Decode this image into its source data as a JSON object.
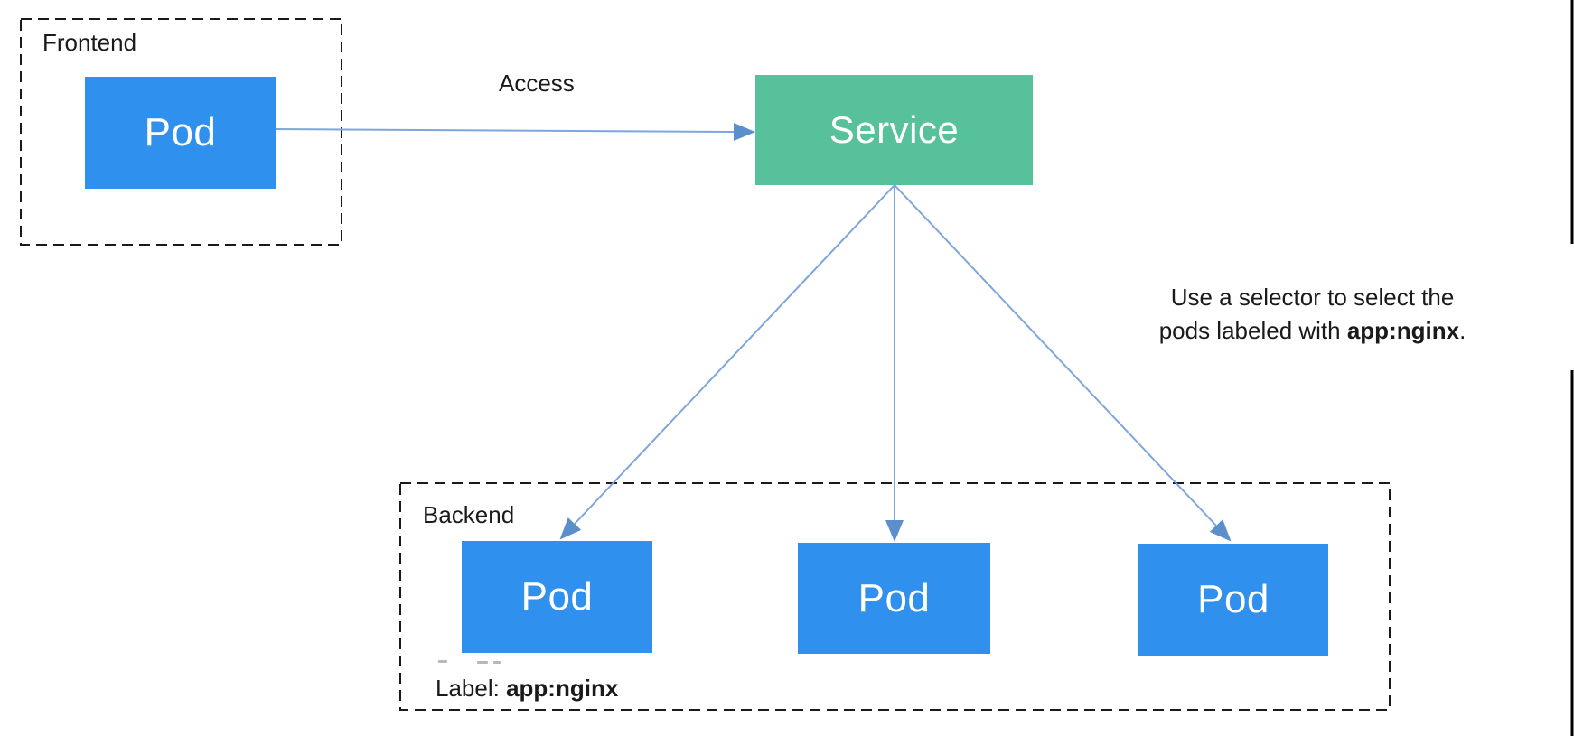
{
  "colors": {
    "pod_fill": "#2F90EE",
    "service_fill": "#57C19B",
    "arrow_line": "#7CA6DC",
    "arrow_head": "#5B8FCB",
    "dash_border": "#1A1A1A",
    "text": "#1A1A1A"
  },
  "frontend": {
    "label": "Frontend",
    "pod_label": "Pod"
  },
  "access": {
    "label": "Access"
  },
  "service": {
    "label": "Service"
  },
  "note": {
    "line1": "Use a selector to select the",
    "line2_prefix": "pods labeled with ",
    "line2_bold": "app:nginx",
    "line2_suffix": "."
  },
  "backend": {
    "label": "Backend",
    "pods": [
      "Pod",
      "Pod",
      "Pod"
    ],
    "label_prefix": "Label: ",
    "label_bold": "app:nginx"
  }
}
